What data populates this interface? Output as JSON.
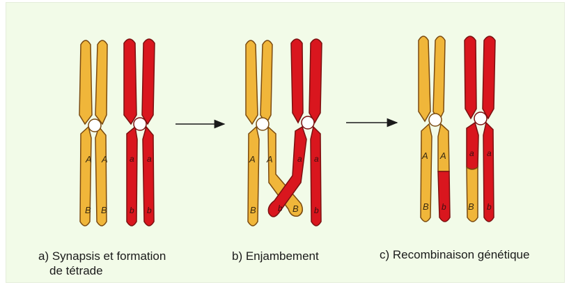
{
  "diagram": {
    "colors": {
      "background": "#f2fbe8",
      "maternal": "#f0b63a",
      "paternal": "#d9161e",
      "outline": "#7a4a10",
      "centromere": "#ffffff"
    },
    "panels": [
      {
        "caption_line1": "a) Synapsis et formation",
        "caption_line2": "de tétrade",
        "labels": {
          "A1": "A",
          "A2": "A",
          "a1": "a",
          "a2": "a",
          "B1": "B",
          "B2": "B",
          "b1": "b",
          "b2": "b"
        }
      },
      {
        "caption_line1": "b) Enjambement",
        "labels": {
          "A1": "A",
          "A2": "A",
          "a1": "a",
          "a2": "a",
          "B1": "B",
          "B2": "B",
          "b1": "b",
          "b2": "b"
        }
      },
      {
        "caption_line1": "c) Recombinaison génétique",
        "labels": {
          "A1": "A",
          "A2": "A",
          "a1": "a",
          "a2": "a",
          "B1": "B",
          "B2": "B",
          "b1": "b",
          "b2": "b"
        }
      }
    ],
    "arrows": 2
  }
}
